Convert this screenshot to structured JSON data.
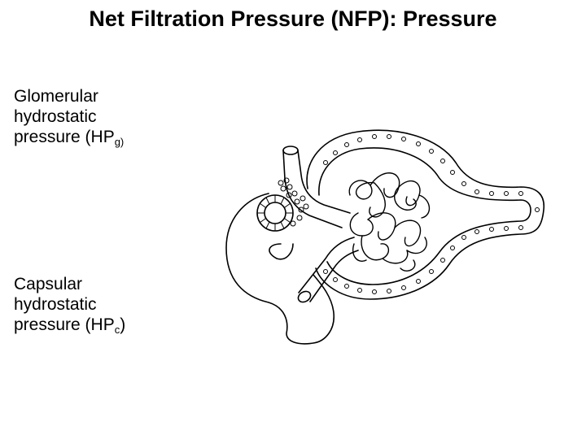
{
  "slide": {
    "title": "Net Filtration Pressure (NFP): Pressure"
  },
  "labels": {
    "glomerular": {
      "line1": "Glomerular",
      "line2": "hydrostatic",
      "line3_main": "pressure (HP",
      "line3_sub": "g)"
    },
    "capsular": {
      "line1": "Capsular",
      "line2": "hydrostatic",
      "line3_main": "pressure (HP",
      "line3_sub": "c",
      "line3_end": ")"
    }
  }
}
